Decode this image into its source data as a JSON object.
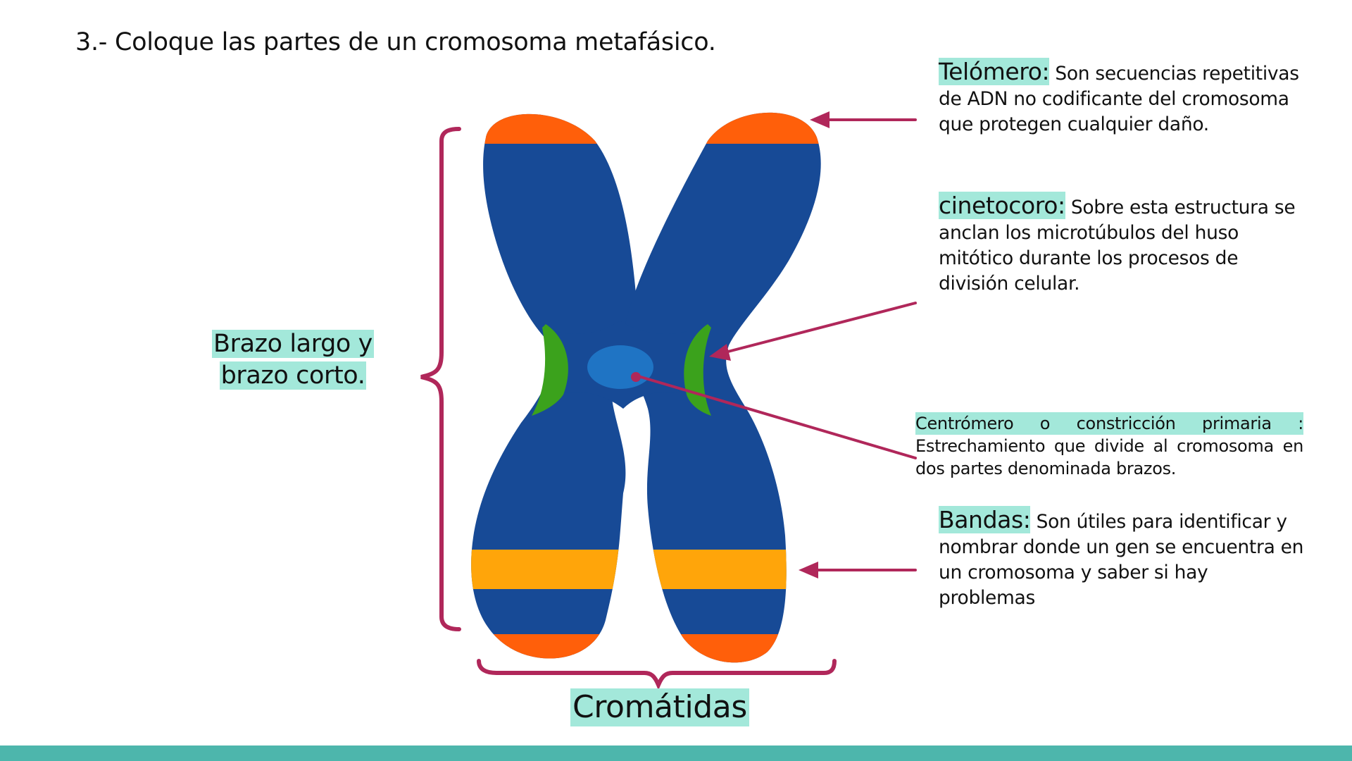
{
  "slide": {
    "title": "3.- Coloque las partes de un cromosoma metafásico.",
    "footer_color": "#4db6ac",
    "highlight_color": "#a3e8da"
  },
  "diagram": {
    "colors": {
      "chromatid": "#174a96",
      "telomere": "#ff5f0a",
      "band": "#ffa50a",
      "kinetochore": "#3ba21c",
      "centromere": "#1f74c4",
      "arrow": "#b0275a"
    },
    "labels": {
      "arms": [
        "Brazo largo y",
        "brazo corto."
      ],
      "chromatids": "Cromátidas"
    }
  },
  "descriptions": {
    "telomero": {
      "term": "Telómero:",
      "text": " Son secuencias repetitivas de ADN no codificante del cromosoma que protegen cualquier daño."
    },
    "cinetocoro": {
      "term": "cinetocoro:",
      "text": " Sobre esta estructura se anclan los microtúbulos del huso mitótico durante los procesos de división celular."
    },
    "centromero": {
      "term": "Centrómero o constricción primaria :",
      "text": "Estrechamiento que divide al cromosoma en dos partes denominada brazos."
    },
    "bandas": {
      "term": "Bandas:",
      "text": " Son útiles para identificar y nombrar donde un gen se encuentra en un cromosoma y saber si hay problemas"
    }
  }
}
